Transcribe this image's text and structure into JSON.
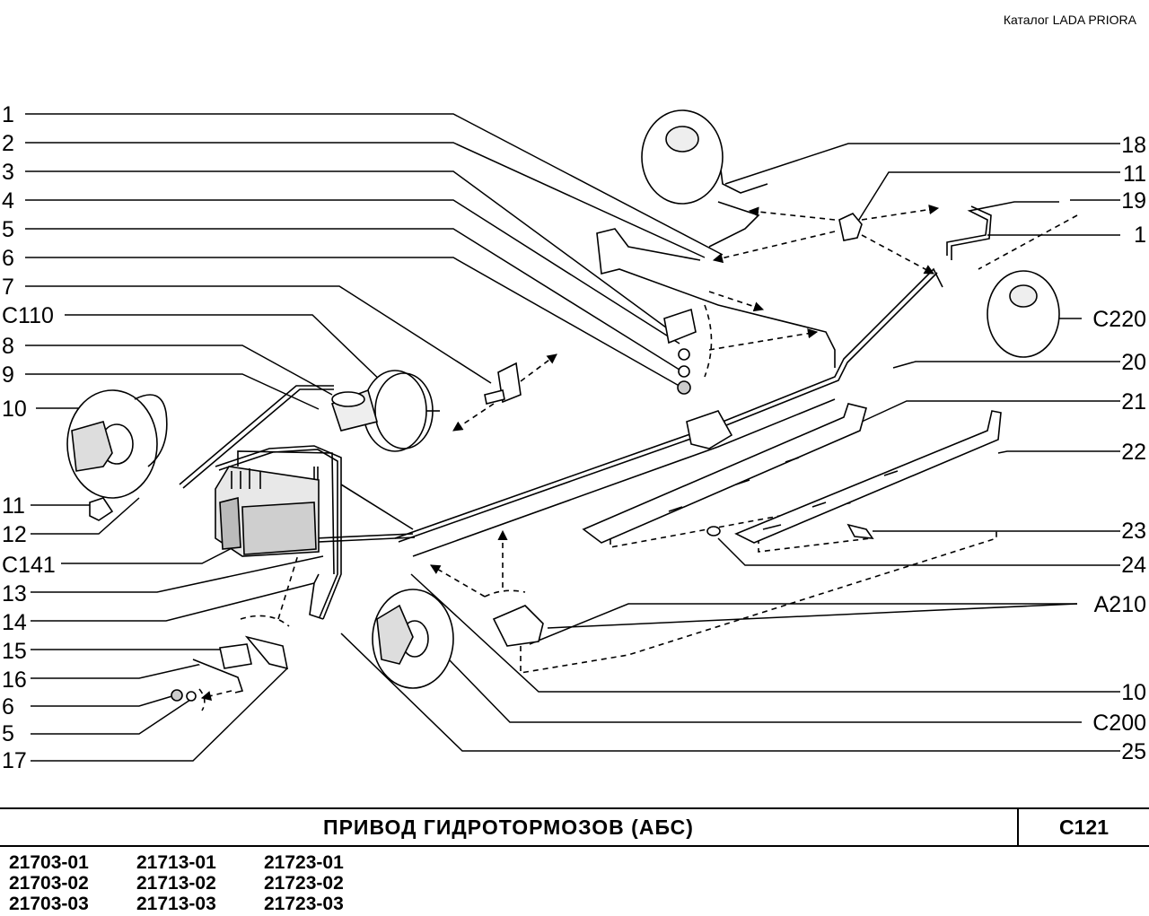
{
  "header": {
    "catalog": "Каталог  LADA  PRIORA"
  },
  "callouts": {
    "left": [
      "1",
      "2",
      "3",
      "4",
      "5",
      "6",
      "7",
      "C110",
      "8",
      "9",
      "10",
      "11",
      "12",
      "C141",
      "13",
      "14",
      "15",
      "16",
      "6",
      "5",
      "17"
    ],
    "right": [
      "18",
      "11",
      "19",
      "1",
      "C220",
      "20",
      "21",
      "22",
      "23",
      "24",
      "A210",
      "10",
      "C200",
      "25"
    ]
  },
  "title": "ПРИВОД  ГИДРОТОРМОЗОВ  (АБС)",
  "section_code": "C121",
  "models": [
    [
      "21703-01",
      "21713-01",
      "21723-01"
    ],
    [
      "21703-02",
      "21713-02",
      "21723-02"
    ],
    [
      "21703-03",
      "21713-03",
      "21723-03"
    ]
  ]
}
